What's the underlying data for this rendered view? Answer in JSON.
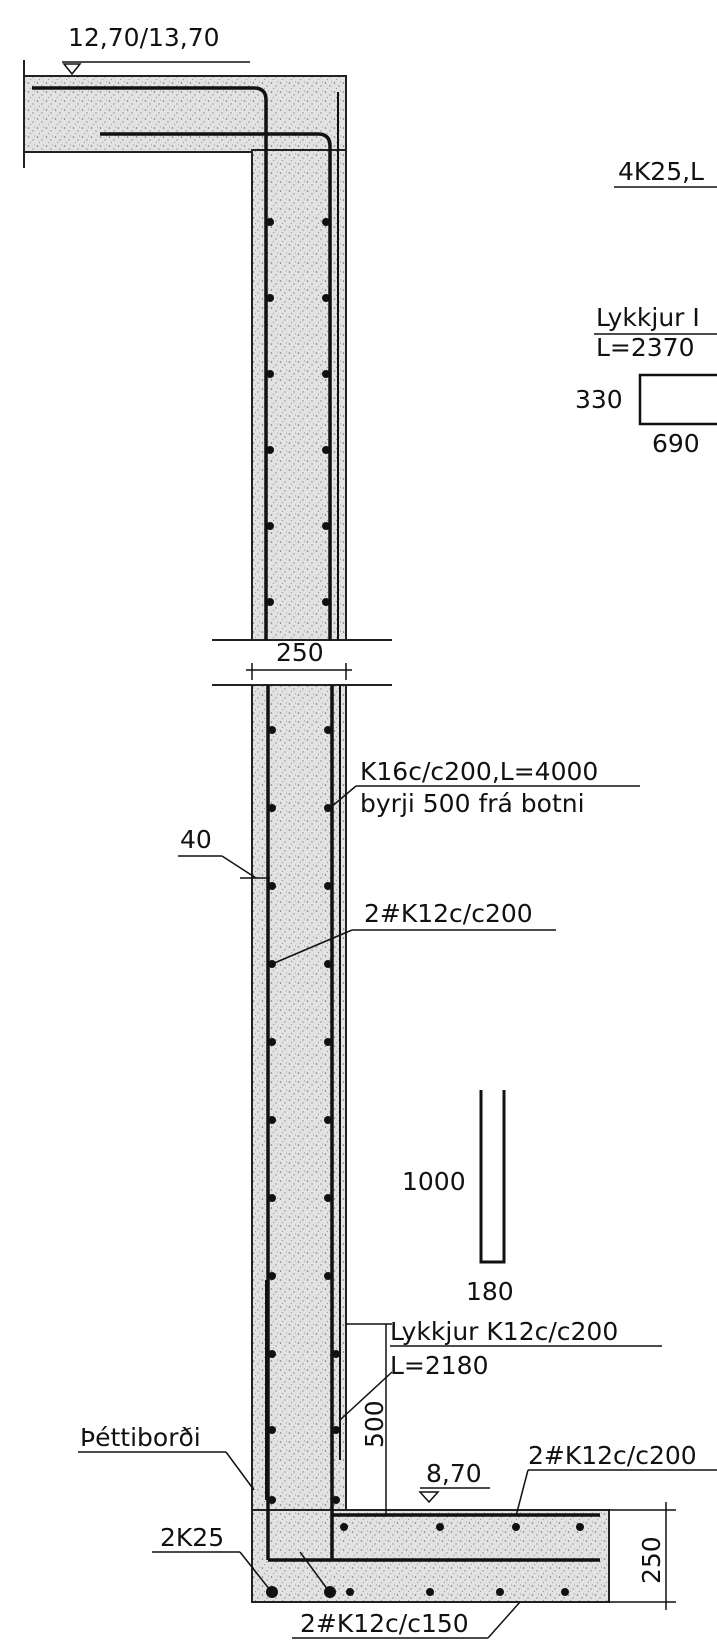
{
  "drawing": {
    "level_top": "12,70/13,70",
    "bar_label_top_right": "4K25,L",
    "loop_title": "Lykkjur I",
    "loop_length": "L=2370",
    "loop_height": "330",
    "loop_width": "690",
    "wall_thickness": "250",
    "vertical_bars_line1": "K16c/c200,L=4000",
    "vertical_bars_line2": "byrji 500 frá botni",
    "cover": "40",
    "horizontal_bars": "2#K12c/c200",
    "detail_length": "1000",
    "detail_width": "180",
    "bottom_loop_title": "Lykkjur K12c/c200",
    "bottom_loop_length": "L=2180",
    "lap_length": "500",
    "waterstop": "Þéttiborði",
    "level_bottom": "8,70",
    "slab_top_bars": "2#K12c/c200",
    "corner_bars": "2K25",
    "slab_thickness": "250",
    "slab_bottom_bars": "2#K12c/c150"
  }
}
